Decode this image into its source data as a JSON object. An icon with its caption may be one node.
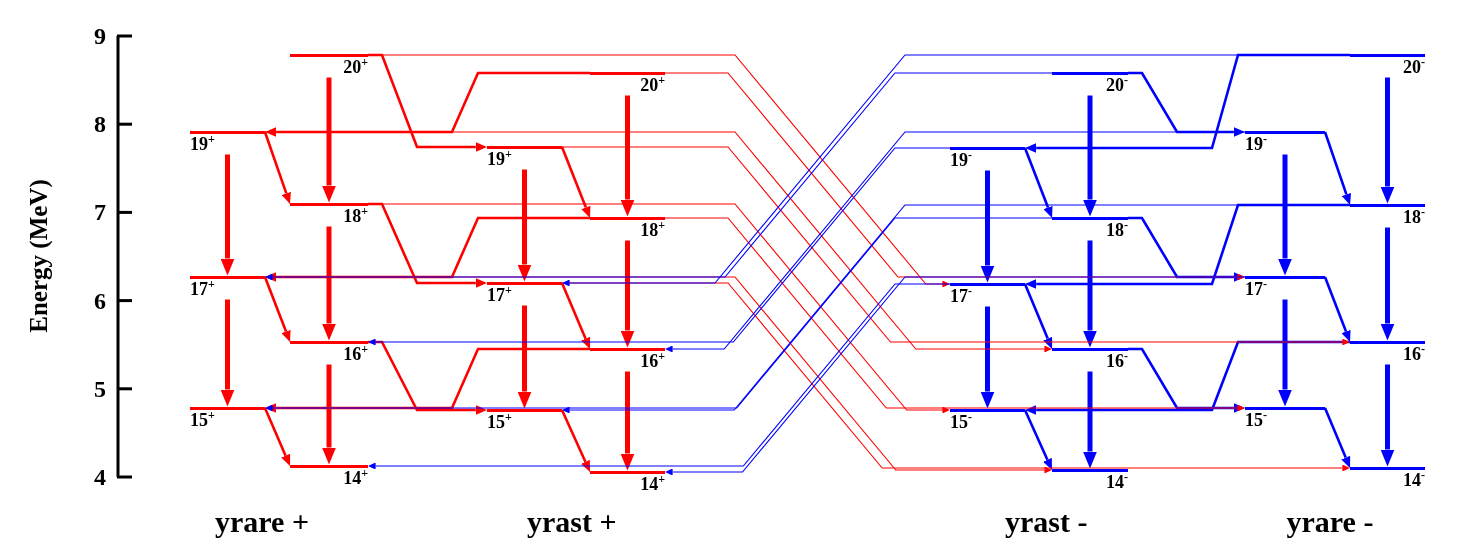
{
  "diagram": {
    "nodes": [
      {
        "text": [
          "20$^{+}$"
        ]
      },
      {
        "text": [
          "19$^{+}$"
        ]
      },
      {
        "text": [
          "18$^{+}$"
        ]
      },
      {
        "text": [
          "17$^{+}$"
        ]
      },
      {
        "text": [
          "16$^{+}$"
        ]
      },
      {
        "text": [
          "15$^{+}$"
        ]
      },
      {
        "text": [
          "14$^{+}$"
        ]
      },
      {
        "text": [
          "20$^{+}$"
        ]
      },
      {
        "text": [
          "19$^{+}$"
        ]
      },
      {
        "text": [
          "18$^{+}$"
        ]
      },
      {
        "text": [
          "17$^{+}$"
        ]
      },
      {
        "text": [
          "16$^{+}$"
        ]
      },
      {
        "text": [
          "15$^{+}$"
        ]
      },
      {
        "text": [
          "14$^{+}$"
        ]
      },
      {
        "text": [
          "20$^{-}$"
        ]
      },
      {
        "text": [
          "19$^{-}$"
        ]
      },
      {
        "text": [
          "18$^{-}$"
        ]
      },
      {
        "text": [
          "17$^{-}$"
        ]
      },
      {
        "text": [
          "16$^{-}$"
        ]
      },
      {
        "text": [
          "15$^{-}$"
        ]
      },
      {
        "text": [
          "14$^{-}$"
        ]
      },
      {
        "text": [
          "20$^{-}$"
        ]
      },
      {
        "text": [
          "19$^{-}$"
        ]
      },
      {
        "text": [
          "18$^{-}$"
        ]
      },
      {
        "text": [
          "17$^{-}$"
        ]
      },
      {
        "text": [
          "16$^{-}$"
        ]
      },
      {
        "text": [
          "15$^{-}$"
        ]
      },
      {
        "text": [
          "14$^{-}$"
        ]
      }
    ],
    "edges": [
      {
        "from": 0,
        "to": 2,
        "arrow": "to",
        "style": "thick",
        "color": "#ff0000"
      },
      {
        "from": 2,
        "to": 4,
        "arrow": "to",
        "style": "thick",
        "color": "#ff0000"
      },
      {
        "from": 4,
        "to": 6,
        "arrow": "to",
        "style": "thick",
        "color": "#ff0000"
      },
      {
        "from": 1,
        "to": 3,
        "arrow": "to",
        "style": "thick",
        "color": "#ff0000"
      },
      {
        "from": 3,
        "to": 5,
        "arrow": "to",
        "style": "thick",
        "color": "#ff0000"
      },
      {
        "from": 1,
        "to": 2,
        "arrow": "to",
        "color": "#ff0000"
      },
      {
        "from": 3,
        "to": 4,
        "arrow": "to",
        "color": "#ff0000"
      },
      {
        "from": 5,
        "to": 6,
        "arrow": "to",
        "color": "#ff0000"
      },
      {
        "from": 7,
        "to": 9,
        "arrow": "to",
        "style": "thick",
        "color": "#ff0000"
      },
      {
        "from": 9,
        "to": 11,
        "arrow": "to",
        "style": "thick",
        "color": "#ff0000"
      },
      {
        "from": 11,
        "to": 13,
        "arrow": "to",
        "style": "thick",
        "color": "#ff0000"
      },
      {
        "from": 8,
        "to": 10,
        "arrow": "to",
        "style": "thick",
        "color": "#ff0000"
      },
      {
        "from": 10,
        "to": 12,
        "arrow": "to",
        "style": "thick",
        "color": "#ff0000"
      },
      {
        "from": 8,
        "to": 9,
        "arrow": "to",
        "color": "#ff0000"
      },
      {
        "from": 10,
        "to": 11,
        "arrow": "to",
        "color": "#ff0000"
      },
      {
        "from": 12,
        "to": 13,
        "arrow": "to",
        "color": "#ff0000"
      },
      {
        "from": 14,
        "to": 16,
        "arrow": "to",
        "style": "thick",
        "color": "#0000ff"
      },
      {
        "from": 16,
        "to": 18,
        "arrow": "to",
        "style": "thick",
        "color": "#0000ff"
      },
      {
        "from": 18,
        "to": 20,
        "arrow": "to",
        "style": "thick",
        "color": "#0000ff"
      },
      {
        "from": 15,
        "to": 17,
        "arrow": "to",
        "style": "thick",
        "color": "#0000ff"
      },
      {
        "from": 17,
        "to": 19,
        "arrow": "to",
        "style": "thick",
        "color": "#0000ff"
      },
      {
        "from": 15,
        "to": 16,
        "arrow": "to",
        "color": "#0000ff"
      },
      {
        "from": 17,
        "to": 18,
        "arrow": "to",
        "color": "#0000ff"
      },
      {
        "from": 19,
        "to": 20,
        "arrow": "to",
        "color": "#0000ff"
      },
      {
        "from": 21,
        "to": 23,
        "arrow": "to",
        "style": "thick",
        "color": "#0000ff"
      },
      {
        "from": 23,
        "to": 25,
        "arrow": "to",
        "style": "thick",
        "color": "#0000ff"
      },
      {
        "from": 25,
        "to": 27,
        "arrow": "to",
        "style": "thick",
        "color": "#0000ff"
      },
      {
        "from": 22,
        "to": 24,
        "arrow": "to",
        "style": "thick",
        "color": "#0000ff"
      },
      {
        "from": 24,
        "to": 26,
        "arrow": "to",
        "style": "thick",
        "color": "#0000ff"
      },
      {
        "from": 22,
        "to": 23,
        "arrow": "to",
        "color": "#0000ff"
      },
      {
        "from": 24,
        "to": 25,
        "arrow": "to",
        "color": "#0000ff"
      },
      {
        "from": 26,
        "to": 27,
        "arrow": "to",
        "color": "#0000ff"
      },
      {
        "from": 0,
        "to": 8,
        "arrow": "to",
        "color": "#ff0000"
      },
      {
        "from": 7,
        "to": 1,
        "arrow": "to",
        "color": "#ff0000"
      },
      {
        "from": 2,
        "to": 10,
        "arrow": "to",
        "color": "#ff0000"
      },
      {
        "from": 9,
        "to": 3,
        "arrow": "to",
        "color": "#ff0000"
      },
      {
        "from": 4,
        "to": 12,
        "arrow": "to",
        "color": "#ff0000"
      },
      {
        "from": 11,
        "to": 5,
        "arrow": "to",
        "color": "#ff0000"
      },
      {
        "from": 14,
        "to": 22,
        "arrow": "to",
        "color": "#0000ff"
      },
      {
        "from": 21,
        "to": 15,
        "arrow": "to",
        "color": "#0000ff"
      },
      {
        "from": 16,
        "to": 24,
        "arrow": "to",
        "color": "#0000ff"
      },
      {
        "from": 23,
        "to": 17,
        "arrow": "to",
        "color": "#0000ff"
      },
      {
        "from": 18,
        "to": 26,
        "arrow": "to",
        "color": "#0000ff"
      },
      {
        "from": 25,
        "to": 19,
        "arrow": "to",
        "color": "#0000ff"
      },
      {
        "from": 0,
        "to": 17,
        "arrow": "to",
        "color": "#ff0000"
      },
      {
        "from": 7,
        "to": 24,
        "arrow": "to",
        "color": "#ff0000"
      },
      {
        "from": 1,
        "to": 18,
        "arrow": "to",
        "color": "#ff0000"
      },
      {
        "from": 8,
        "to": 25,
        "arrow": "to",
        "color": "#ff0000"
      },
      {
        "from": 2,
        "to": 19,
        "arrow": "to",
        "color": "#ff0000"
      },
      {
        "from": 9,
        "to": 26,
        "arrow": "to",
        "color": "#ff0000"
      },
      {
        "from": 3,
        "to": 20,
        "arrow": "to",
        "color": "#ff0000"
      },
      {
        "from": 10,
        "to": 27,
        "arrow": "to",
        "color": "#ff0000"
      },
      {
        "from": 21,
        "to": 10,
        "arrow": "to",
        "color": "#0000ff"
      },
      {
        "from": 14,
        "to": 3,
        "arrow": "to",
        "color": "#0000ff"
      },
      {
        "from": 22,
        "to": 11,
        "arrow": "to",
        "color": "#0000ff"
      },
      {
        "from": 15,
        "to": 4,
        "arrow": "to",
        "color": "#0000ff"
      },
      {
        "from": 23,
        "to": 12,
        "arrow": "to",
        "color": "#0000ff"
      },
      {
        "from": 16,
        "to": 5,
        "arrow": "to",
        "color": "#0000ff"
      },
      {
        "from": 24,
        "to": 13,
        "arrow": "to",
        "color": "#0000ff"
      },
      {
        "from": 17,
        "to": 6,
        "arrow": "to",
        "color": "#0000ff"
      }
    ],
    "labels": [
      "9",
      "8",
      "7",
      "6",
      "5",
      "4",
      "Energy (MeV)",
      "yrare +",
      "yrast +",
      "yrast -",
      "yrare -"
    ]
  }
}
